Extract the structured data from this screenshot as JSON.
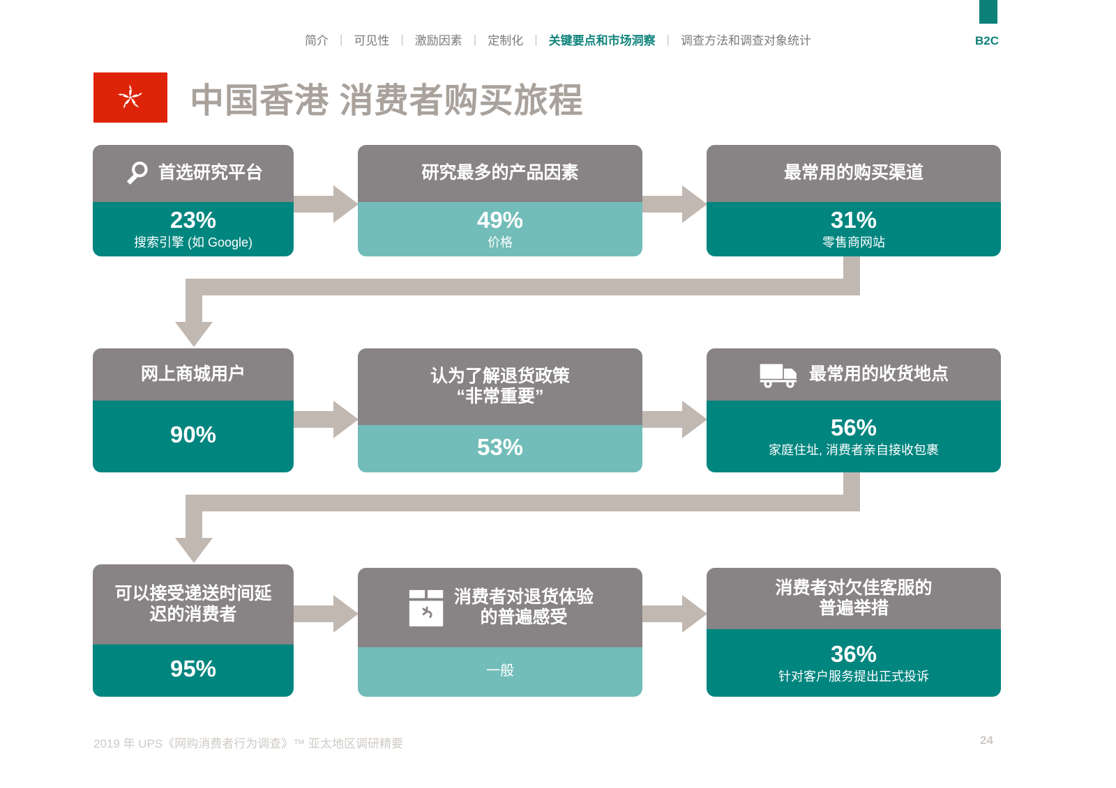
{
  "nav": {
    "items": [
      {
        "label": "简介",
        "active": false
      },
      {
        "label": "可见性",
        "active": false
      },
      {
        "label": "激励因素",
        "active": false
      },
      {
        "label": "定制化",
        "active": false
      },
      {
        "label": "关键要点和市场洞察",
        "active": true
      },
      {
        "label": "调查方法和调查对象统计",
        "active": false
      }
    ],
    "separator": "|"
  },
  "badge": {
    "label": "B2C",
    "color": "#0d8079"
  },
  "header": {
    "flag_name": "hong-kong-flag",
    "flag_bg": "#de2408",
    "title": "中国香港 消费者购买旅程",
    "title_color": "#a9a29c"
  },
  "colors": {
    "header_gray": "#888385",
    "teal_dark": "#00857f",
    "teal_light": "#72bdb9",
    "connector": "#c1b8b1"
  },
  "cards": [
    {
      "id": "preferred-research-platform",
      "icon": "magnifier-icon",
      "title": "首选研究平台",
      "value": "23%",
      "sub": "搜索引擎 (如 Google)",
      "tone": "dark"
    },
    {
      "id": "most-researched-product-factor",
      "icon": "",
      "title": "研究最多的产品因素",
      "value": "49%",
      "sub": "价格",
      "tone": "light"
    },
    {
      "id": "most-used-purchase-channel",
      "icon": "",
      "title": "最常用的购买渠道",
      "value": "31%",
      "sub": "零售商网站",
      "tone": "dark"
    },
    {
      "id": "online-marketplace-users",
      "icon": "",
      "title": "网上商城用户",
      "value": "90%",
      "sub": "",
      "tone": "dark"
    },
    {
      "id": "returns-policy-very-important",
      "icon": "",
      "title": "认为了解退货政策\n“非常重要”",
      "value": "53%",
      "sub": "",
      "tone": "light"
    },
    {
      "id": "most-used-delivery-location",
      "icon": "truck-icon",
      "title": "最常用的收货地点",
      "value": "56%",
      "sub": "家庭住址, 消费者亲自接收包裹",
      "tone": "dark"
    },
    {
      "id": "consumers-accept-delivery-delay",
      "icon": "",
      "title": "可以接受递送时间延\n迟的消费者",
      "value": "95%",
      "sub": "",
      "tone": "dark"
    },
    {
      "id": "returns-experience-sentiment",
      "icon": "return-box-icon",
      "title": "消费者对退货体验\n的普遍感受",
      "value": "一般",
      "sub": "",
      "tone": "light",
      "value_small": true
    },
    {
      "id": "action-on-poor-customer-service",
      "icon": "",
      "title": "消费者对欠佳客服的\n普遍举措",
      "value": "36%",
      "sub": "针对客户服务提出正式投诉",
      "tone": "dark"
    }
  ],
  "footer": {
    "left": "2019 年 UPS《网购消费者行为调查》™ 亚太地区调研精要",
    "page": "24"
  }
}
